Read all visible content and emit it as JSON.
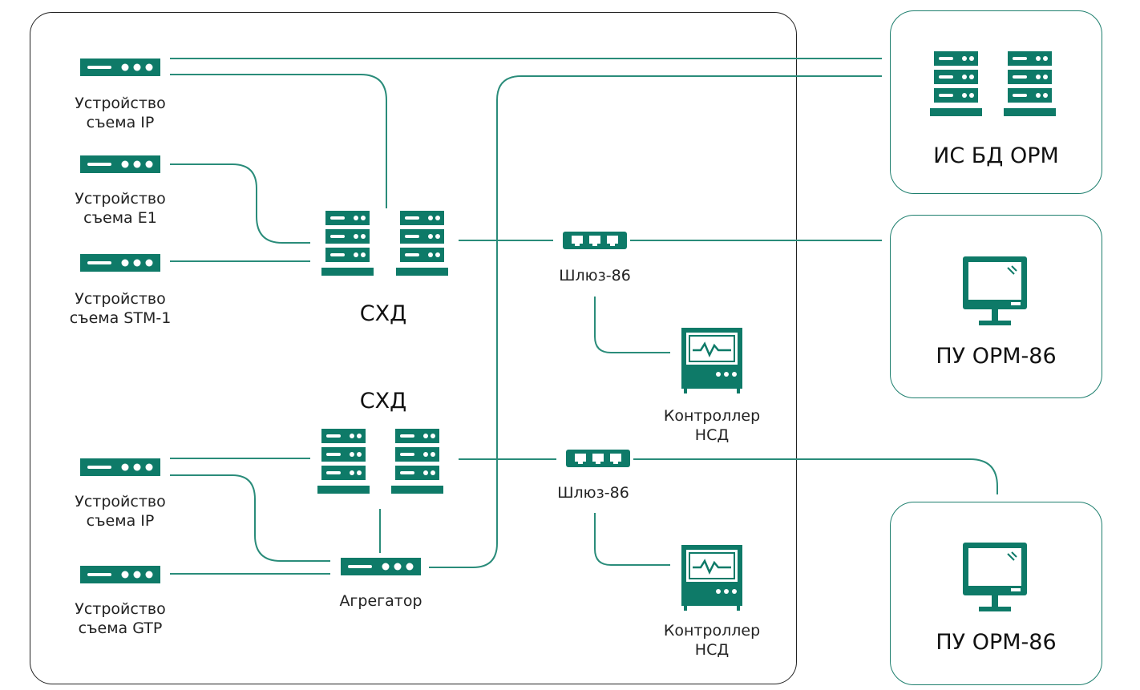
{
  "colors": {
    "accent": "#0e7a68",
    "line": "#2a8c7a",
    "frame": "#222222"
  },
  "left_devices": [
    {
      "label": "Устройство\nсъема IP"
    },
    {
      "label": "Устройство\nсъема E1"
    },
    {
      "label": "Устройство\nсъема STM-1"
    },
    {
      "label": "Устройство\nсъема IP"
    },
    {
      "label": "Устройство\nсъема GTP"
    }
  ],
  "storage_top": {
    "label": "СХД"
  },
  "storage_bottom": {
    "label": "СХД"
  },
  "gateway_top": {
    "label": "Шлюз-86"
  },
  "gateway_bottom": {
    "label": "Шлюз-86"
  },
  "controller_top": {
    "label": "Контроллер\nНСД"
  },
  "controller_bottom": {
    "label": "Контроллер\nНСД"
  },
  "aggregator": {
    "label": "Агрегатор"
  },
  "panels": {
    "db": {
      "label": "ИС БД ОРМ"
    },
    "pu_top": {
      "label": "ПУ ОРМ-86"
    },
    "pu_bottom": {
      "label": "ПУ ОРМ-86"
    }
  }
}
